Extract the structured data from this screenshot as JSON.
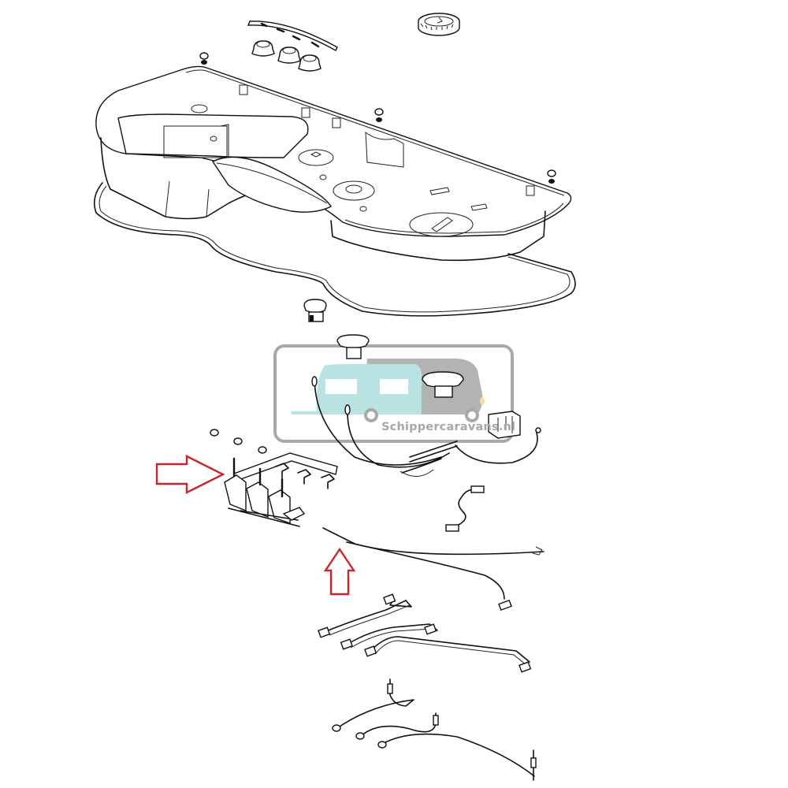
{
  "diagram": {
    "title": "",
    "type": "exploded-parts-diagram",
    "subject": "caravan hob / cooktop assembly",
    "parts": [
      {
        "id": "burner-cap-ring",
        "label": "",
        "position": "top-center-right"
      },
      {
        "id": "knob-fascia-strip",
        "label": "",
        "position": "top-center"
      },
      {
        "id": "control-knobs",
        "label": "",
        "count": 3
      },
      {
        "id": "hob-tray-base",
        "label": ""
      },
      {
        "id": "gasket-seal",
        "label": ""
      },
      {
        "id": "burner-head-small",
        "label": ""
      },
      {
        "id": "burner-head-medium",
        "label": ""
      },
      {
        "id": "piezo-igniter-unit",
        "label": ""
      },
      {
        "id": "gas-valve-manifold",
        "label": "",
        "highlighted": true
      },
      {
        "id": "thermocouple-wire",
        "label": "",
        "highlighted": true
      },
      {
        "id": "ignition-leads",
        "label": ""
      },
      {
        "id": "gas-supply-pipes",
        "label": "",
        "count": 3
      },
      {
        "id": "thermocouples",
        "label": "",
        "count": 3
      }
    ],
    "highlights": [
      {
        "type": "arrow",
        "direction": "right",
        "target": "gas-valve-manifold",
        "color": "#c8262b"
      },
      {
        "type": "arrow",
        "direction": "up",
        "target": "thermocouple-wire",
        "color": "#c8262b"
      }
    ]
  },
  "watermark": {
    "text": "Schippercaravans.nl",
    "caravan_color": "#b9e3e2",
    "van_color": "#b3b3b3",
    "frame_color": "#a9a9a9"
  }
}
